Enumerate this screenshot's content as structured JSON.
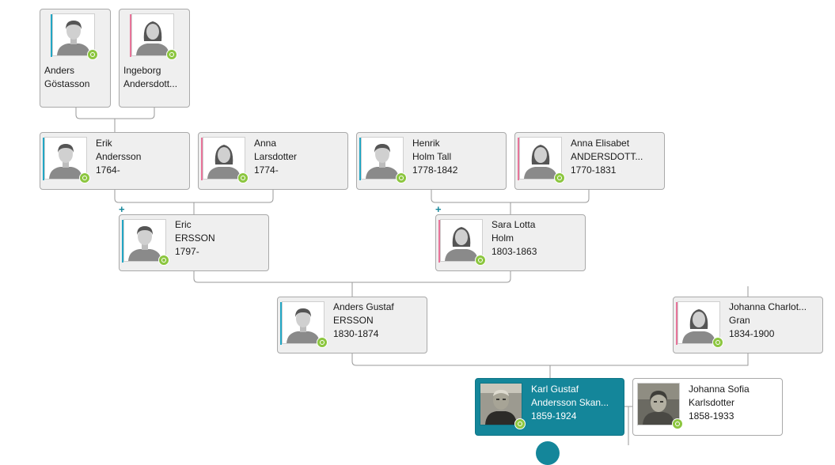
{
  "people": {
    "p1": {
      "first": "Anders",
      "last": "Göstasson",
      "years": "",
      "gender": "male"
    },
    "p2": {
      "first": "Ingeborg",
      "last": "Andersdott...",
      "years": "",
      "gender": "female"
    },
    "p3": {
      "first": "Erik",
      "last": "Andersson",
      "years": "1764-",
      "gender": "male"
    },
    "p4": {
      "first": "Anna",
      "last": "Larsdotter",
      "years": "1774-",
      "gender": "female"
    },
    "p5": {
      "first": "Henrik",
      "last": "Holm Tall",
      "years": "1778-1842",
      "gender": "male"
    },
    "p6": {
      "first": "Anna Elisabet",
      "last": "ANDERSDOTT...",
      "years": "1770-1831",
      "gender": "female"
    },
    "p7": {
      "first": "Eric",
      "last": "ERSSON",
      "years": "1797-",
      "gender": "male"
    },
    "p8": {
      "first": "Sara Lotta",
      "last": "Holm",
      "years": "1803-1863",
      "gender": "female"
    },
    "p9": {
      "first": "Anders Gustaf",
      "last": "ERSSON",
      "years": "1830-1874",
      "gender": "male"
    },
    "p10": {
      "first": "Johanna Charlot...",
      "last": "Gran",
      "years": "1834-1900",
      "gender": "female"
    },
    "p11": {
      "first": "Karl Gustaf",
      "last": "Andersson Skan...",
      "years": "1859-1924",
      "gender": "male"
    },
    "p12": {
      "first": "Johanna Sofia",
      "last": "Karlsdotter",
      "years": "1858-1933",
      "gender": "female"
    }
  },
  "expand_label": "+",
  "colors": {
    "accent": "#14869a",
    "male": "#21a6c4",
    "female": "#e8749a",
    "badge": "#8cc63f"
  }
}
